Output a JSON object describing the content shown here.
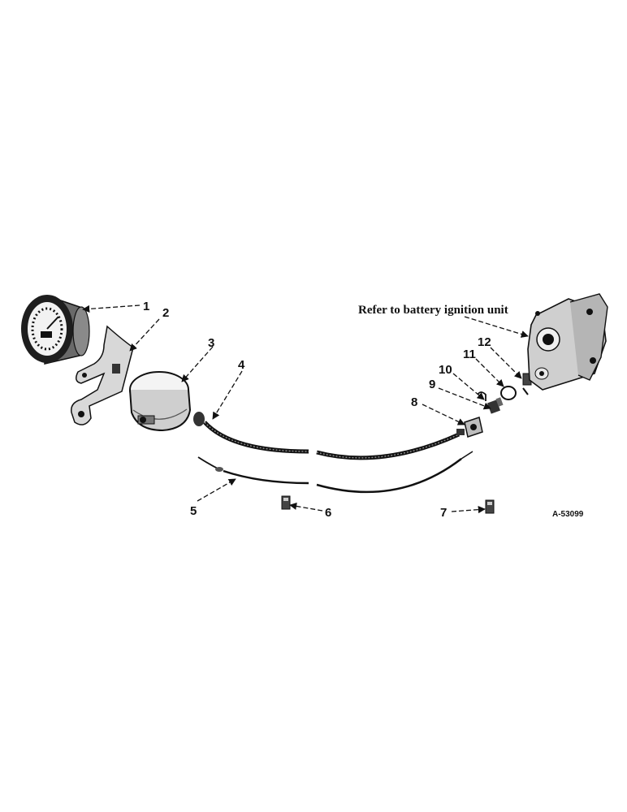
{
  "diagram": {
    "reference_note": "Refer to battery ignition unit",
    "figure_number": "A-53099",
    "callouts": [
      "1",
      "2",
      "3",
      "4",
      "5",
      "6",
      "7",
      "8",
      "9",
      "10",
      "11",
      "12"
    ]
  }
}
